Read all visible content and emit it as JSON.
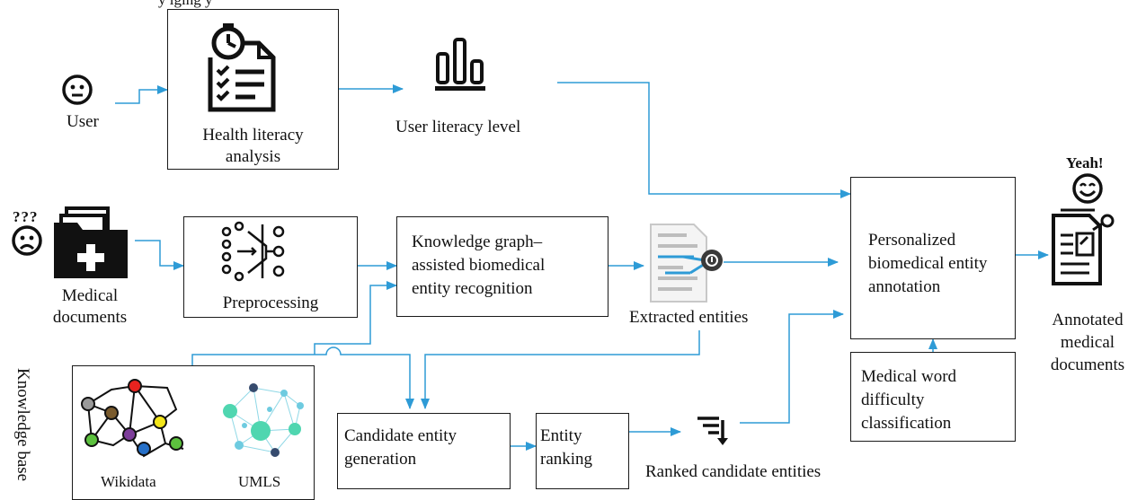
{
  "header_partial": "y                                                   lging y",
  "nodes": {
    "user": "User",
    "health_literacy": [
      "Health literacy",
      "analysis"
    ],
    "literacy_level": "User literacy level",
    "confused_marks": "???",
    "medical_docs": [
      "Medical",
      "documents"
    ],
    "preprocessing": "Preprocessing",
    "kg_ner": [
      "Knowledge graph–",
      "assisted biomedical",
      "entity recognition"
    ],
    "extracted": "Extracted entities",
    "personalized": [
      "Personalized",
      "biomedical entity",
      "annotation"
    ],
    "happy_marks": "Yeah!",
    "annotated": [
      "Annotated",
      "medical",
      "documents"
    ],
    "difficulty": [
      "Medical word",
      "difficulty",
      "classification"
    ],
    "knowledge_base": "Knowledge base",
    "wikidata": "Wikidata",
    "umls": "UMLS",
    "candidate_gen": [
      "Candidate entity",
      "generation"
    ],
    "entity_ranking": [
      "Entity",
      "ranking"
    ],
    "ranked": "Ranked candidate entities"
  },
  "colors": {
    "arrow": "#2e9bd6",
    "stroke": "#1a1a1a",
    "graph_red": "#e8231f",
    "graph_yellow": "#f2e51a",
    "graph_green": "#5cc13e",
    "graph_brown": "#7a5b2d",
    "graph_purple": "#7d3d9a",
    "graph_blue": "#2670c8",
    "graph_gray": "#9a9a9a",
    "umls_teal": "#4fd6b0",
    "umls_navy": "#364b6e",
    "umls_light": "#6ecbe0"
  },
  "icons": [
    "clock-checklist-icon",
    "bar-chart-icon",
    "neutral-face-icon",
    "sad-face-icon",
    "medical-folder-icon",
    "filter-funnel-icon",
    "document-extract-icon",
    "happy-face-icon",
    "annotated-document-icon",
    "sort-descending-icon",
    "knowledge-graph-icon",
    "umls-network-icon"
  ]
}
